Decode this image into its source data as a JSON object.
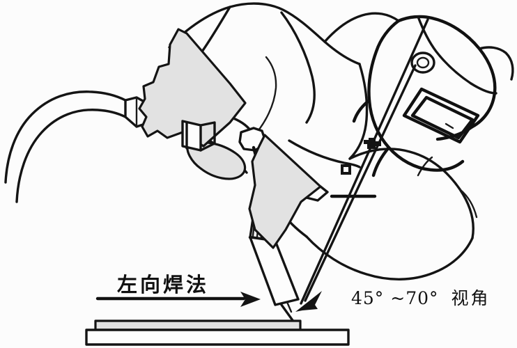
{
  "figure": {
    "title": "gas-metal-arc-welding-torch-angle-diagram",
    "background_color": "#fcfcfc",
    "ink_color": "#141414",
    "shade_color": "#e2e2e2"
  },
  "labels": {
    "direction": "左向焊法",
    "angle_value": "45°  ~70°",
    "angle_unit_text": "视角",
    "angle_full": "45°  ~70°  视角"
  },
  "annotations": {
    "direction_arrow": "arrow-right",
    "sight_arrow": "arrow-down-left",
    "angle_min_deg": 45,
    "angle_max_deg": 70
  },
  "parts": {
    "cable": "welding-cable-hose",
    "torch": "welding-torch",
    "nozzle": "torch-nozzle",
    "trigger": "torch-trigger",
    "helmet": "welding-helmet",
    "lens": "helmet-viewing-lens",
    "glove_front": "welder-glove-front",
    "glove_rear": "welder-glove-rear",
    "jacket": "welder-jacket",
    "workpiece_top": "workpiece-upper-plate",
    "workpiece_bottom": "workpiece-lower-plate"
  }
}
